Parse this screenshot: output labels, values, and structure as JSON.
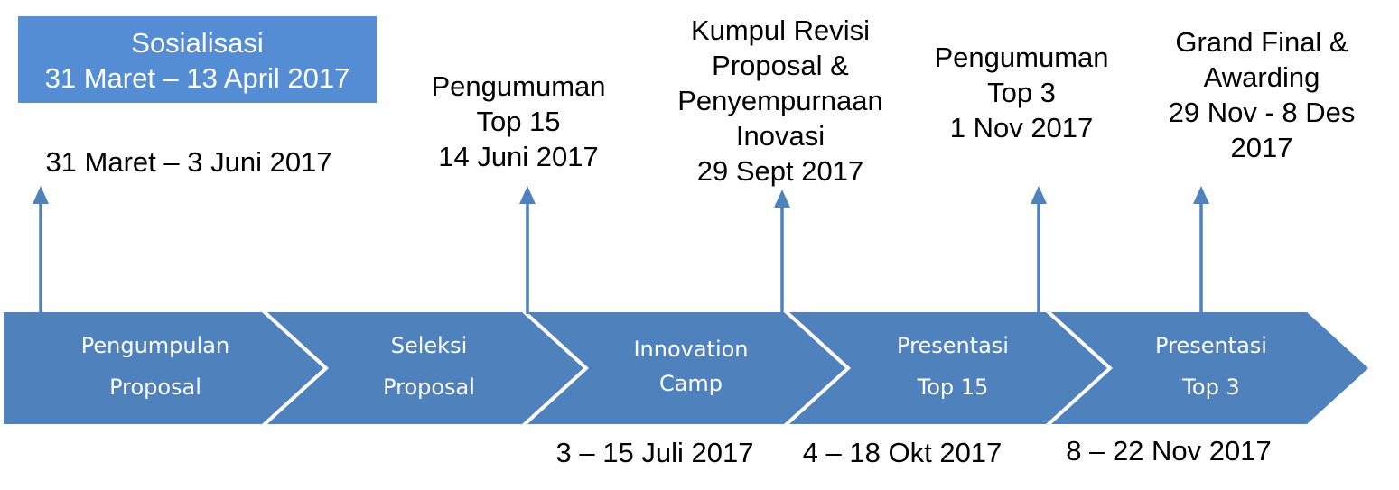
{
  "sosialisasi": {
    "line1": "Sosialisasi",
    "line2": "31 Maret – 13 April 2017",
    "color": "#548dd4"
  },
  "milestones": [
    {
      "lines": [
        "31 Maret – 3 Juni 2017"
      ]
    },
    {
      "lines": [
        "Pengumuman",
        "Top 15",
        "14 Juni 2017"
      ]
    },
    {
      "lines": [
        "Kumpul Revisi",
        "Proposal &",
        "Penyempurnaan",
        "Inovasi",
        "29 Sept 2017"
      ]
    },
    {
      "lines": [
        "Pengumuman",
        "Top 3",
        "1 Nov 2017"
      ]
    },
    {
      "lines": [
        "Grand Final &",
        "Awarding",
        "29 Nov - 8 Des",
        "2017"
      ]
    }
  ],
  "phases": [
    {
      "lines": [
        "Pengumpulan",
        "Proposal"
      ]
    },
    {
      "lines": [
        "Seleksi",
        "Proposal"
      ]
    },
    {
      "lines": [
        "Innovation",
        "Camp"
      ]
    },
    {
      "lines": [
        "Presentasi",
        "Top 15"
      ]
    },
    {
      "lines": [
        "Presentasi",
        "Top 3"
      ]
    }
  ],
  "phase_dates": [
    "3 – 15 Juli 2017",
    "4 – 18 Okt 2017",
    "8 – 22 Nov 2017"
  ],
  "colors": {
    "chevron": "#4f81bd",
    "arrow": "#4f81bd",
    "accent": "#548dd4"
  }
}
